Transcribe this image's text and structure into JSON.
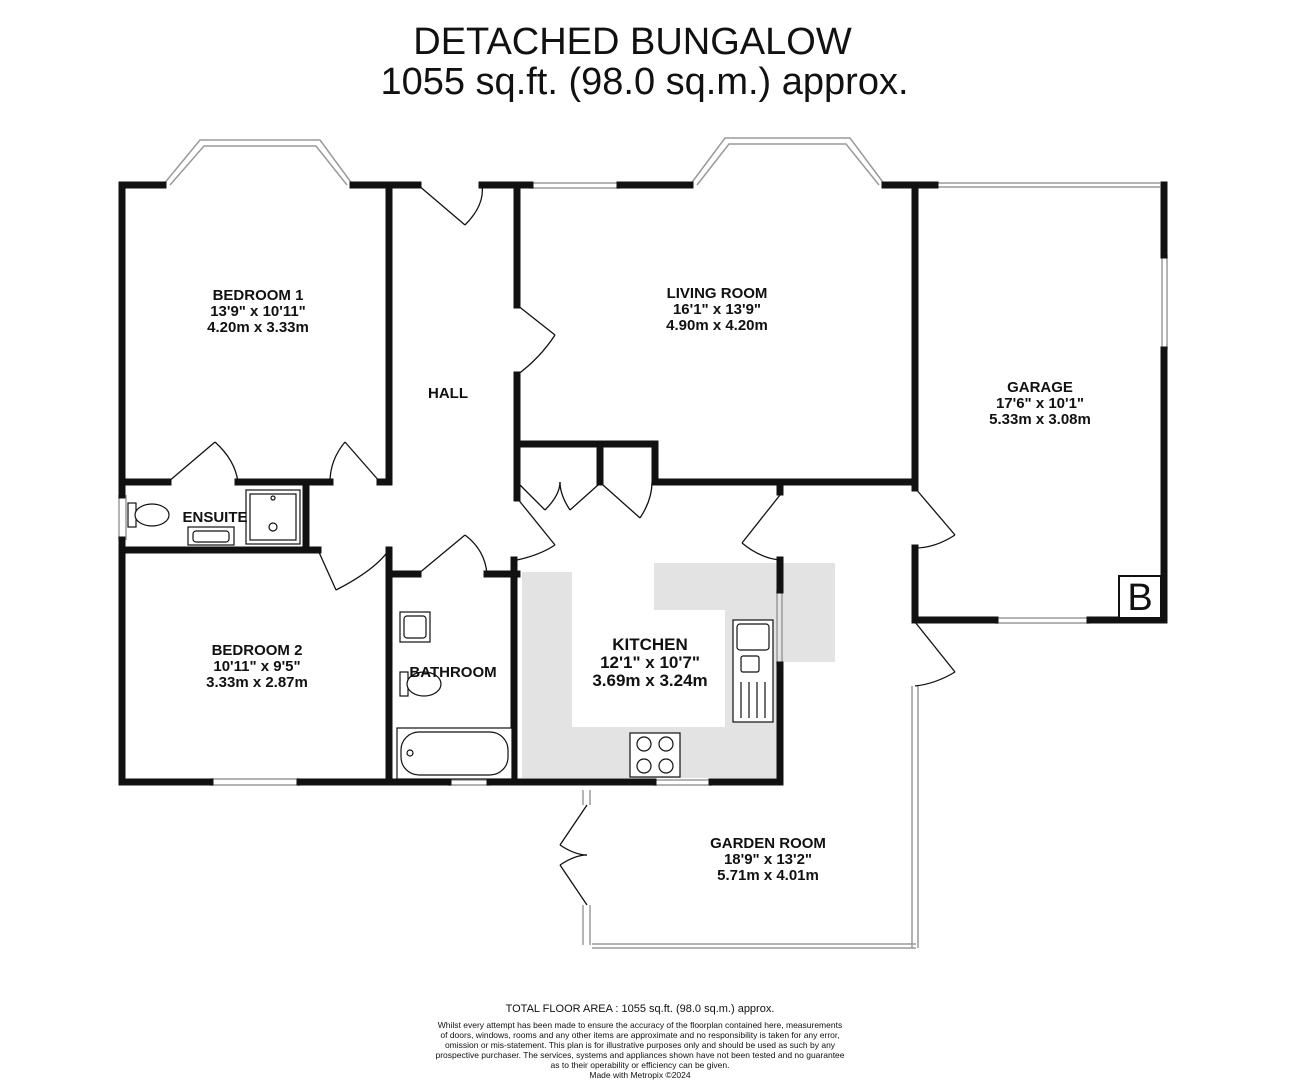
{
  "header": {
    "title": "DETACHED BUNGALOW",
    "area": "1055 sq.ft. (98.0 sq.m.) approx."
  },
  "rooms": {
    "bedroom1": {
      "name": "BEDROOM 1",
      "imperial": "13'9\"  x 10'11\"",
      "metric": "4.20m  x 3.33m"
    },
    "living": {
      "name": "LIVING ROOM",
      "imperial": "16'1\"  x 13'9\"",
      "metric": "4.90m  x 4.20m"
    },
    "garage": {
      "name": "GARAGE",
      "imperial": "17'6\"  x 10'1\"",
      "metric": "5.33m  x 3.08m"
    },
    "hall": {
      "name": "HALL"
    },
    "ensuite": {
      "name": "ENSUITE"
    },
    "bedroom2": {
      "name": "BEDROOM 2",
      "imperial": "10'11\"  x 9'5\"",
      "metric": "3.33m  x 2.87m"
    },
    "bathroom": {
      "name": "BATHROOM"
    },
    "kitchen": {
      "name": "KITCHEN",
      "imperial": "12'1\"  x 10'7\"",
      "metric": "3.69m  x 3.24m"
    },
    "garden": {
      "name": "GARDEN ROOM",
      "imperial": "18'9\"  x 13'2\"",
      "metric": "5.71m  x 4.01m"
    }
  },
  "boiler_badge": "B",
  "footer": {
    "total": "TOTAL FLOOR AREA : 1055 sq.ft. (98.0 sq.m.) approx.",
    "disclaimer": "Whilst every attempt has been made to ensure the accuracy of the floorplan contained here, measurements\nof doors, windows, rooms and any other items are approximate and no responsibility is taken for any error,\nomission or mis-statement. This plan is for illustrative purposes only and should be used as such by any\nprospective purchaser. The services, systems and appliances shown have not been tested and no guarantee\nas to their operability or efficiency can be given.\nMade with Metropix ©2024"
  },
  "colors": {
    "wall": "#111111",
    "counter": "#e3e3e3",
    "window": "#9a9a9a"
  }
}
